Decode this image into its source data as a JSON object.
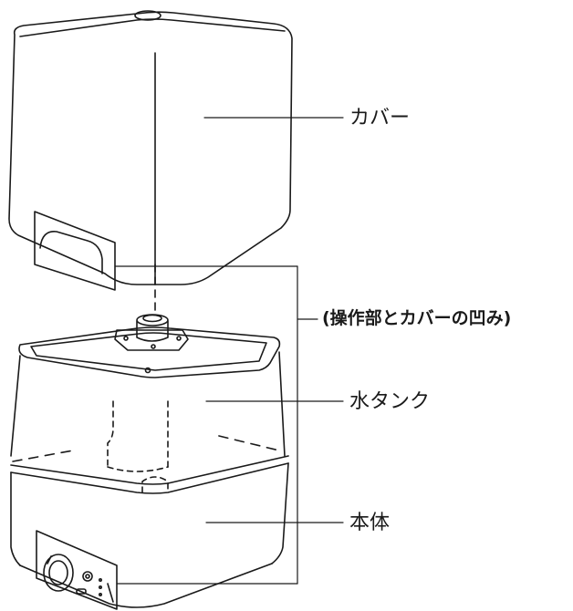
{
  "labels": {
    "cover": "カバー",
    "notch": "(操作部とカバーの凹み)",
    "water_tank": "水タンク",
    "main_body": "本体"
  },
  "colors": {
    "line": "#1a1a1a",
    "background": "#ffffff"
  }
}
